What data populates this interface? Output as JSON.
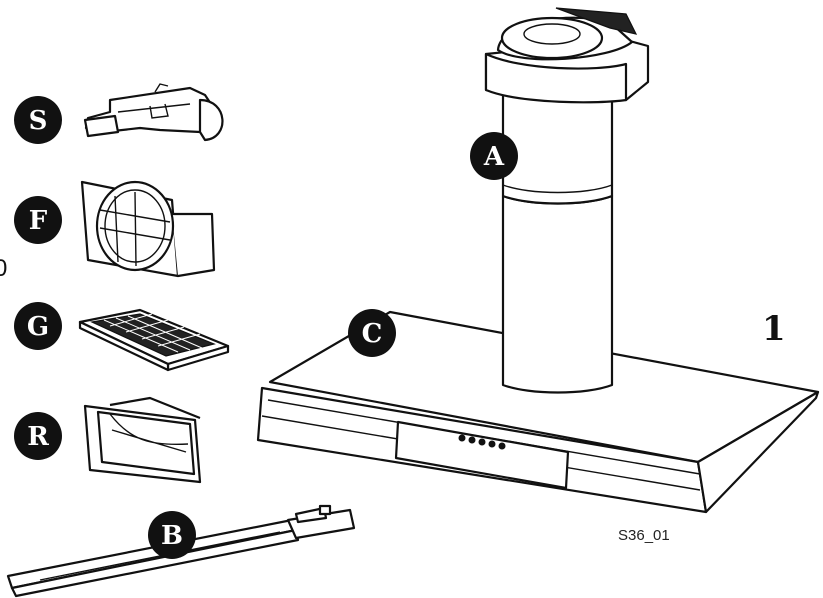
{
  "labels": {
    "S": "S",
    "F": "F",
    "G": "G",
    "R": "R",
    "B": "B",
    "A": "A",
    "C": "C"
  },
  "figure_number": "1",
  "figure_code": "S36_01",
  "cut_off_digit": "0",
  "colors": {
    "ink": "#111111",
    "paper": "#ffffff"
  }
}
